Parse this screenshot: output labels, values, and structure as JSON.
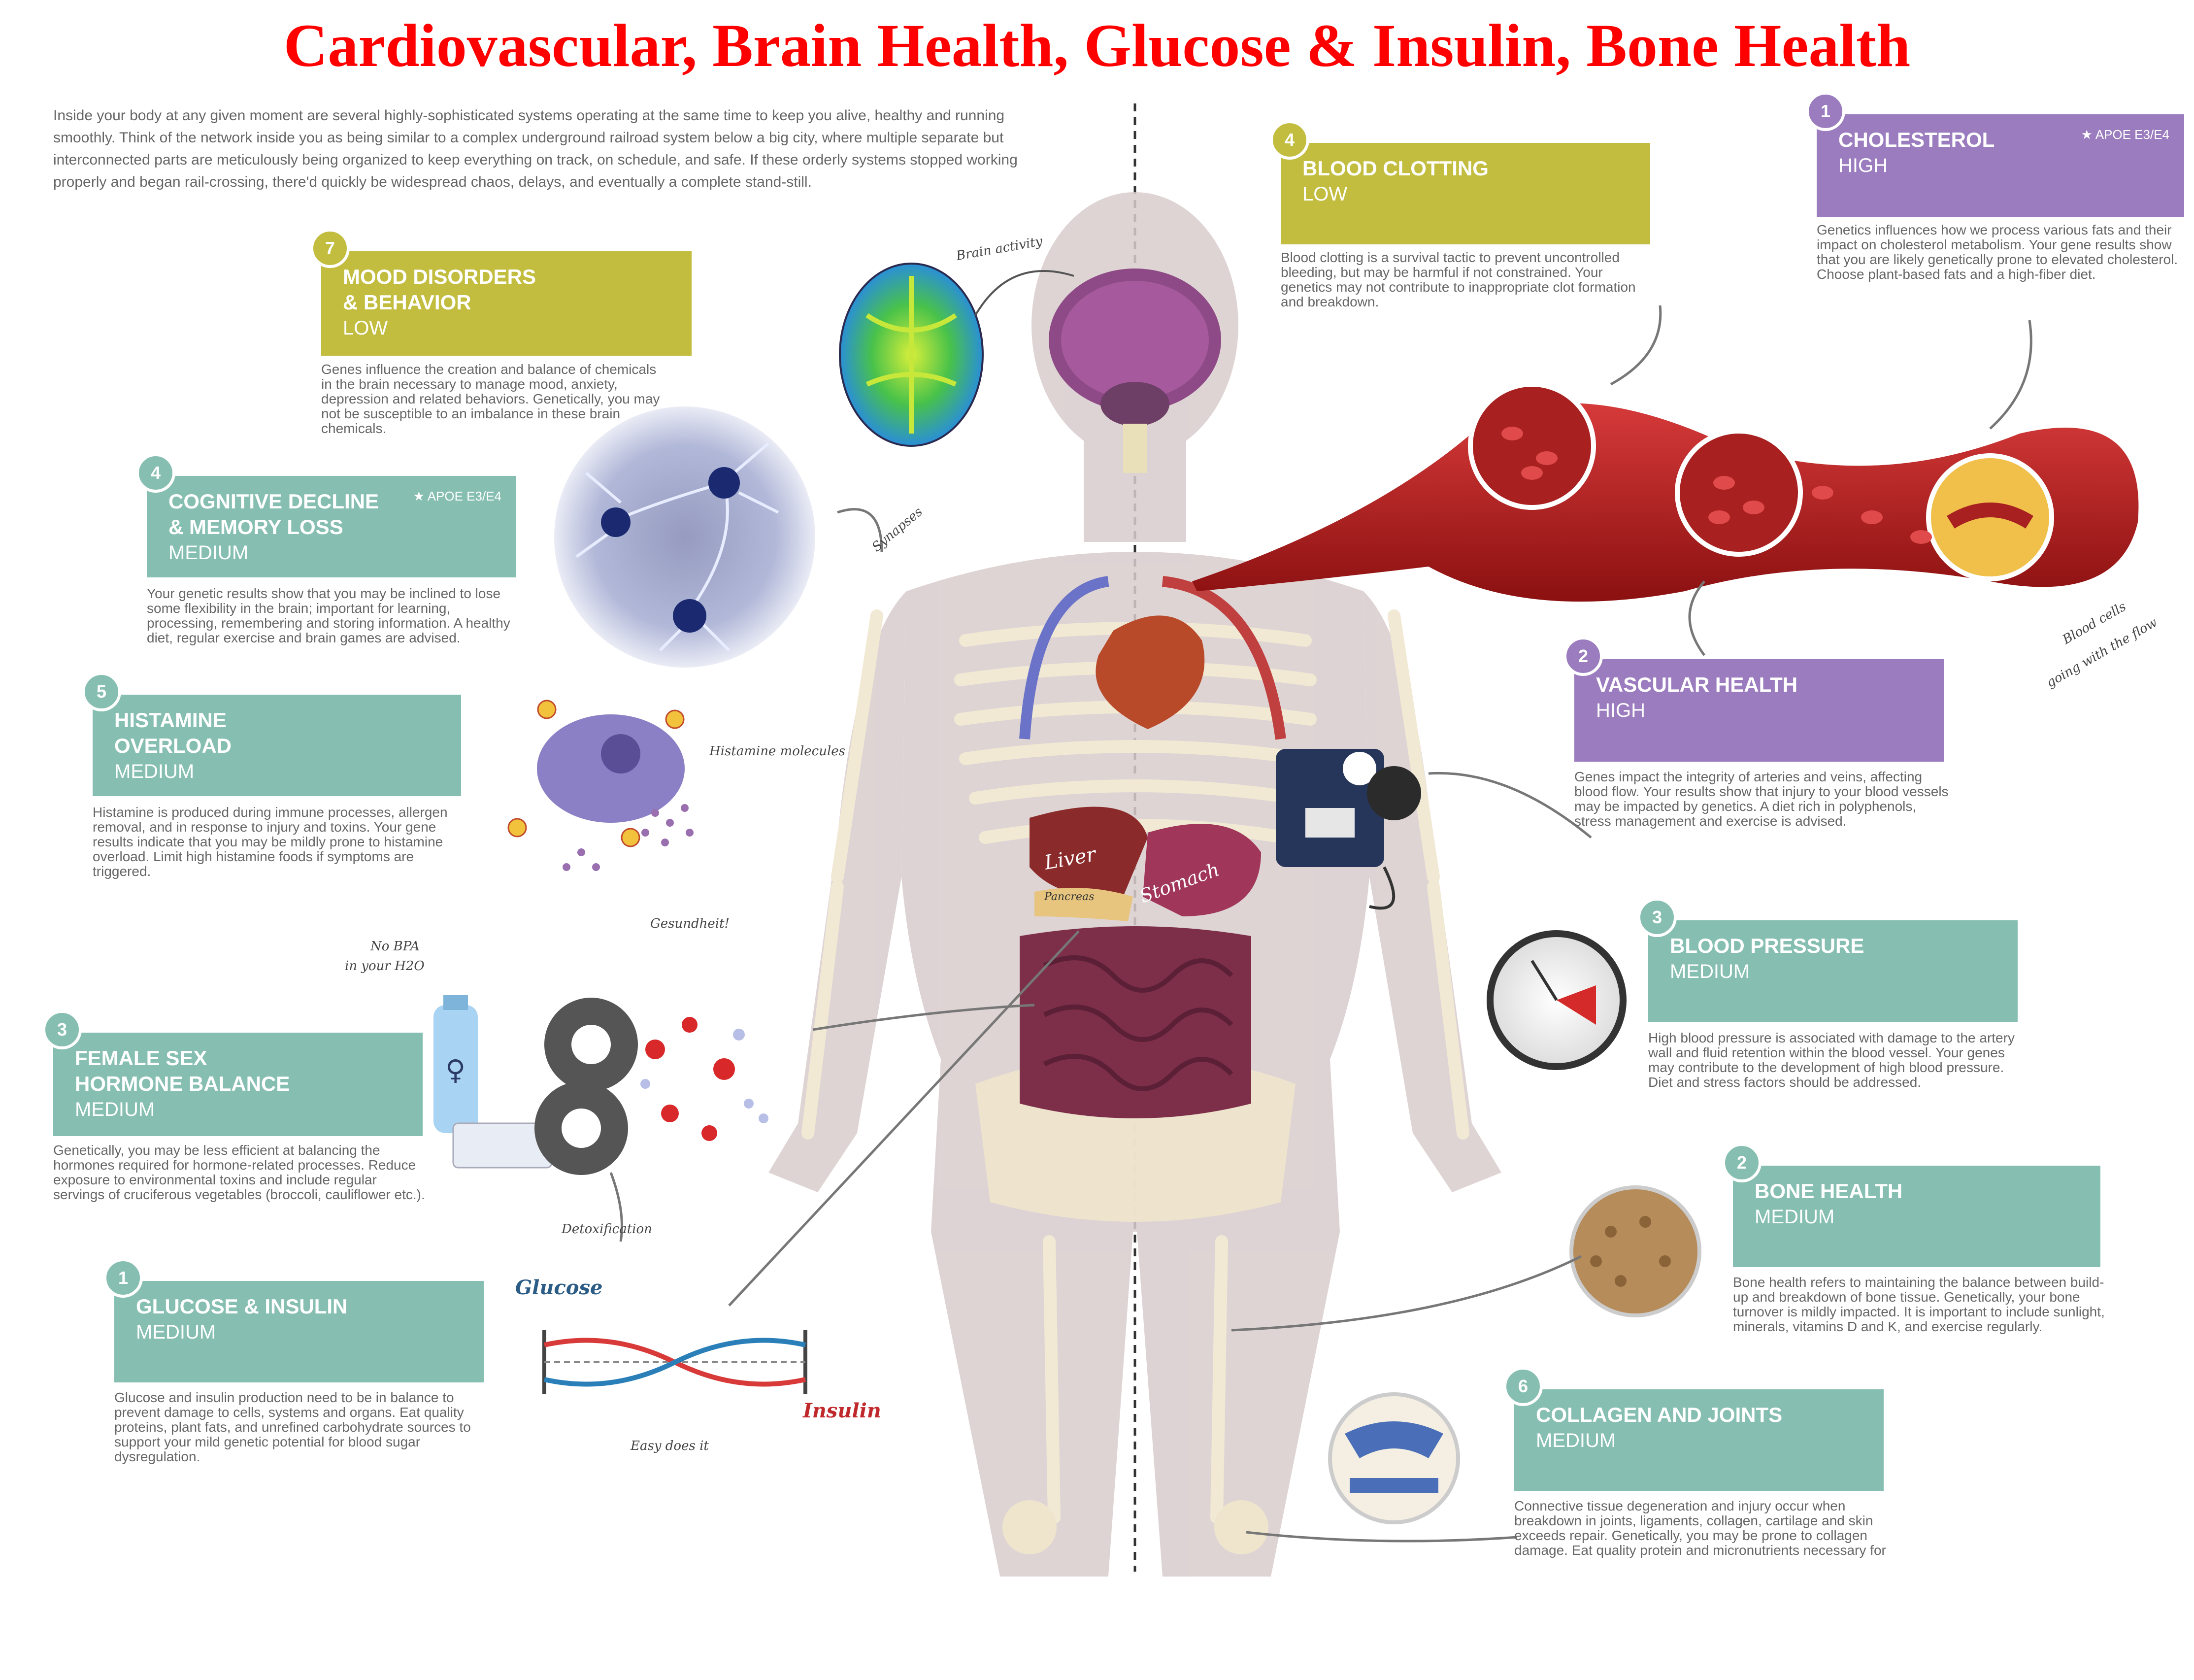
{
  "title": "Cardiovascular, Brain Health, Glucose & Insulin, Bone Health",
  "intro": "Inside your body at any given moment are several highly-sophisticated systems operating at the same time to keep you alive, healthy and running smoothly. Think of the network inside you as being similar to a complex underground railroad system below a big city, where multiple separate but interconnected parts are meticulously being organized to keep everything on track, on schedule, and safe. If these orderly systems stopped working properly and began rail-crossing, there'd quickly be widespread chaos, delays, and eventually a complete stand-still.",
  "colors": {
    "teal": "#86bfb1",
    "olive": "#c2bd3f",
    "purple": "#9b7cbe",
    "title_red": "#ff0000"
  },
  "panels": {
    "mood": {
      "number": "7",
      "name": "MOOD DISORDERS\n& BEHAVIOR",
      "level": "LOW",
      "desc": "Genes influence the creation and balance of chemicals in the brain necessary to manage mood, anxiety, depression and related behaviors. Genetically, you may not be susceptible to an imbalance in these brain chemicals."
    },
    "cognitive": {
      "number": "4",
      "name": "COGNITIVE DECLINE\n& MEMORY LOSS",
      "level": "MEDIUM",
      "tag": "★ APOE E3/E4",
      "desc": "Your genetic results show that you may be inclined to lose some flexibility in the brain; important for learning, processing, remembering and storing information. A healthy diet, regular exercise and brain games are advised."
    },
    "histamine": {
      "number": "5",
      "name": "HISTAMINE\nOVERLOAD",
      "level": "MEDIUM",
      "desc": "Histamine is produced during immune processes, allergen removal, and in response to injury and toxins. Your gene results indicate that you may be mildly prone to histamine overload. Limit high histamine foods if symptoms are triggered."
    },
    "female": {
      "number": "3",
      "name": "FEMALE SEX\nHORMONE BALANCE",
      "level": "MEDIUM",
      "desc": "Genetically, you may be less efficient at balancing the hormones required for hormone-related processes. Reduce exposure to environmental toxins and include regular servings of cruciferous vegetables (broccoli, cauliflower etc.)."
    },
    "glucose": {
      "number": "1",
      "name": "GLUCOSE & INSULIN",
      "level": "MEDIUM",
      "desc": "Glucose and insulin production need to be in balance to prevent damage to cells, systems and organs. Eat quality proteins, plant fats, and unrefined carbohydrate sources to support your mild genetic potential for blood sugar dysregulation."
    },
    "clotting": {
      "number": "4",
      "name": "BLOOD CLOTTING",
      "level": "LOW",
      "desc": "Blood clotting is a survival tactic to prevent uncontrolled bleeding, but may be harmful if not constrained. Your genetics may not contribute to inappropriate clot formation and breakdown."
    },
    "cholesterol": {
      "number": "1",
      "name": "CHOLESTEROL",
      "level": "HIGH",
      "tag": "★ APOE E3/E4",
      "desc": "Genetics influences how we process various fats and their impact on cholesterol metabolism. Your gene results show that you are likely genetically prone to elevated cholesterol. Choose plant-based fats and a high-fiber diet."
    },
    "vascular": {
      "number": "2",
      "name": "VASCULAR HEALTH",
      "level": "HIGH",
      "desc": "Genes impact the integrity of arteries and veins, affecting blood flow. Your results show that injury to your blood vessels may be impacted by genetics. A diet rich in polyphenols, stress management and exercise is advised."
    },
    "pressure": {
      "number": "3",
      "name": "BLOOD PRESSURE",
      "level": "MEDIUM",
      "desc": "High blood pressure is associated with damage to the artery wall and fluid retention within the blood vessel. Your genes may contribute to the development of high blood pressure. Diet and stress factors should be addressed."
    },
    "bone": {
      "number": "2",
      "name": "BONE HEALTH",
      "level": "MEDIUM",
      "desc": "Bone health refers to maintaining the balance between build-up and breakdown of bone tissue. Genetically, your bone turnover is mildly impacted. It is important to include sunlight, minerals, vitamins D and K, and exercise regularly."
    },
    "collagen": {
      "number": "6",
      "name": "COLLAGEN AND JOINTS",
      "level": "MEDIUM",
      "desc": "Connective tissue degeneration and injury occur when breakdown in joints, ligaments, collagen, cartilage and skin exceeds repair. Genetically, you may be prone to collagen damage. Eat quality protein and micronutrients necessary for"
    }
  },
  "labels": {
    "brain_activity": "Brain activity",
    "synapses": "Synapses",
    "histamine_molecules": "Histamine molecules",
    "gesundheit": "Gesundheit!",
    "no_bpa": "No BPA",
    "in_your_h2o": "in your H2O",
    "detoxification": "Detoxification",
    "glucose": "Glucose",
    "insulin": "Insulin",
    "easy_does_it": "Easy does it",
    "liver": "Liver",
    "pancreas": "Pancreas",
    "stomach": "Stomach",
    "blood_cells_1": "Blood cells",
    "blood_cells_2": "going with the flow",
    "female_symbol": "♀"
  }
}
